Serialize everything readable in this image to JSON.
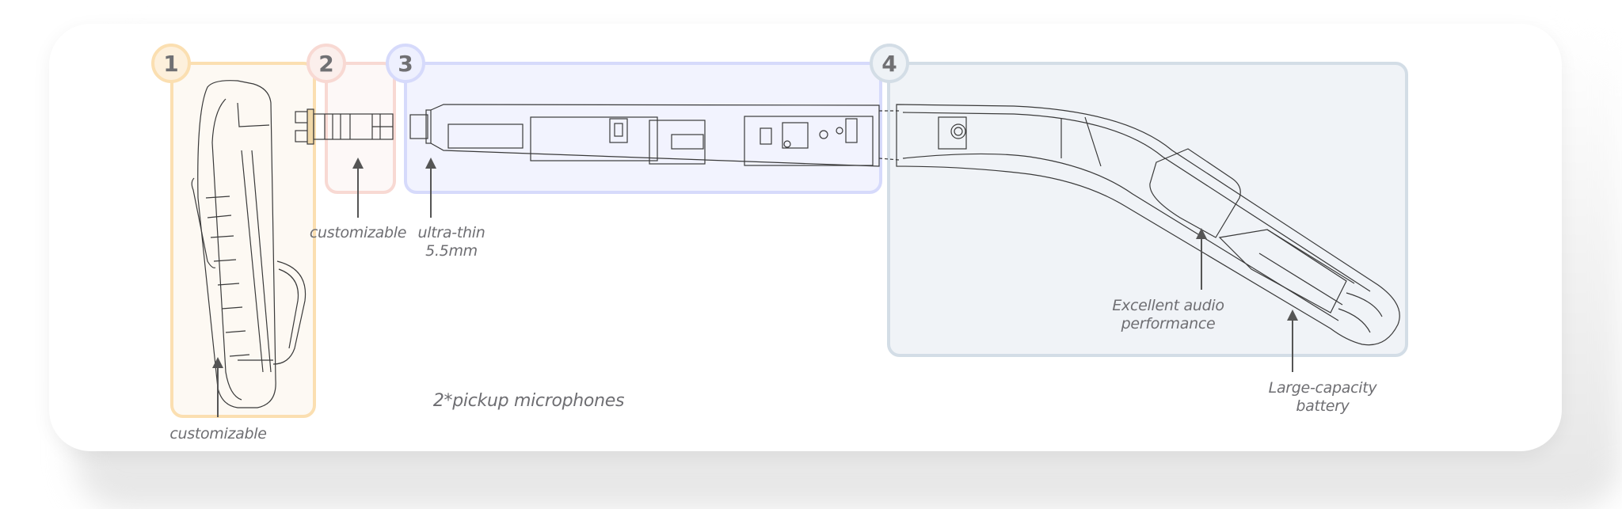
{
  "diagram": {
    "type": "exploded product component diagram (smart glasses temple arm)",
    "zones": [
      {
        "id": "1",
        "badge": "1",
        "component": "temple tip / ear hook",
        "color": "#fbdfb1"
      },
      {
        "id": "2",
        "badge": "2",
        "component": "hinge connector",
        "color": "#f8d9d3"
      },
      {
        "id": "3",
        "badge": "3",
        "component": "front temple arm with circuit board",
        "color": "#d6dafb"
      },
      {
        "id": "4",
        "badge": "4",
        "component": "curved rear temple with speaker and battery",
        "color": "#d3dde6"
      }
    ],
    "labels": {
      "zone1": "customizable",
      "zone2": "customizable",
      "zone3_line1": "ultra-thin",
      "zone3_line2": "5.5mm",
      "microphones": "2*pickup microphones",
      "audio_line1": "Excellent audio",
      "audio_line2": "performance",
      "battery_line1": "Large-capacity",
      "battery_line2": "battery"
    },
    "colors": {
      "label_text": "#6e6e72",
      "badge_text": "#707073",
      "line_art": "#3a3a3a",
      "card_bg": "#ffffff"
    }
  }
}
